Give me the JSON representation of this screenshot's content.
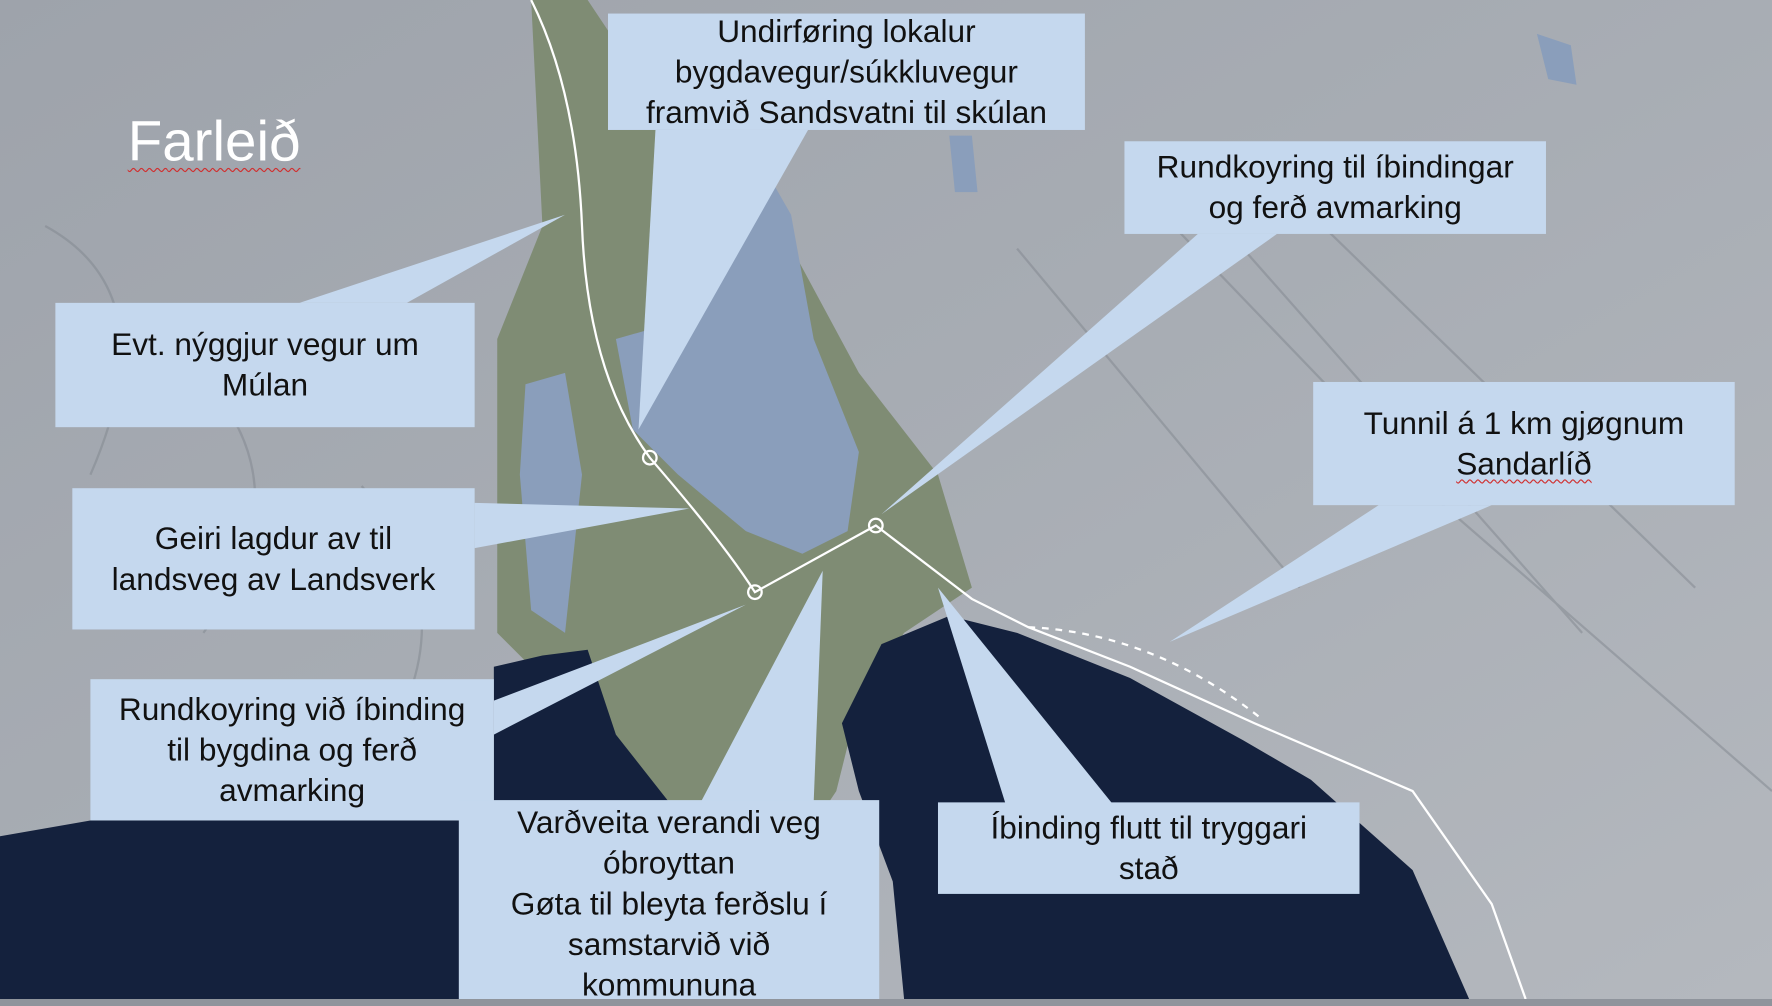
{
  "title": "Farleið",
  "callouts": {
    "underpass": [
      "Undirføring lokalur",
      "bygdavegur/súkkluvegur",
      "framvið Sandsvatni til skúlan"
    ],
    "roundabout_junction": [
      "Rundkoyring til íbindingar",
      "og ferð avmarking"
    ],
    "new_road": [
      "Evt. nýggjur vegur um",
      "Múlan"
    ],
    "tunnel": [
      "Tunnil á 1 km gjøgnum",
      "Sandarlíð"
    ],
    "gravel": [
      "Geiri lagdur av til",
      "landsveg av Landsverk"
    ],
    "roundabout_village": [
      "Rundkoyring við íbinding",
      "til bygdina og ferð",
      "avmarking"
    ],
    "preserve": [
      "Varðveita verandi veg",
      "óbroyttan",
      "Gøta til bleyta ferðslu í",
      "samstarvið við",
      "kommununa"
    ],
    "relocated": [
      "Íbinding flutt til tryggari",
      "stað"
    ]
  },
  "colors": {
    "callout": "#c5d8ee",
    "sea": "#14213d",
    "lake": "#8a9ebb",
    "terrain": "#9aa0a8",
    "valley": "#7d8a72"
  }
}
